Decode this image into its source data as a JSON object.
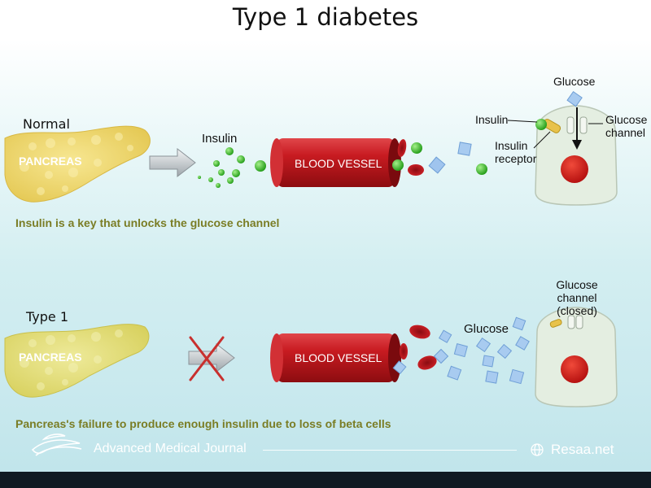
{
  "title": "Type 1 diabetes",
  "normal": {
    "heading": "Normal",
    "pancreas_label": "PANCREAS",
    "insulin_label": "Insulin",
    "vessel_label": "BLOOD VESSEL",
    "cell_labels": {
      "glucose": "Glucose",
      "insulin": "Insulin",
      "insulin_receptor_line1": "Insulin",
      "insulin_receptor_line2": "receptor",
      "glucose_channel_line1": "Glucose",
      "glucose_channel_line2": "channel"
    },
    "caption": "Insulin is a key that unlocks the glucose channel"
  },
  "type1": {
    "heading": "Type 1",
    "pancreas_label": "PANCREAS",
    "vessel_label": "BLOOD VESSEL",
    "glucose_label": "Glucose",
    "channel_line1": "Glucose channel",
    "channel_line2": "(closed)",
    "caption": "Pancreas's failure to produce  enough insulin due to loss of beta cells"
  },
  "footer": {
    "journal": "Advanced Medical Journal",
    "site": "Resaa.net"
  },
  "colors": {
    "pancreas": "#f2dc72",
    "vessel": "#c0171d",
    "insulin": "#3fbf2c",
    "glucose": "#8fb8e8",
    "cell": "#e2ecdf",
    "nucleus": "#cf1414",
    "caption": "#7a7d25",
    "cross": "#c8302e"
  }
}
